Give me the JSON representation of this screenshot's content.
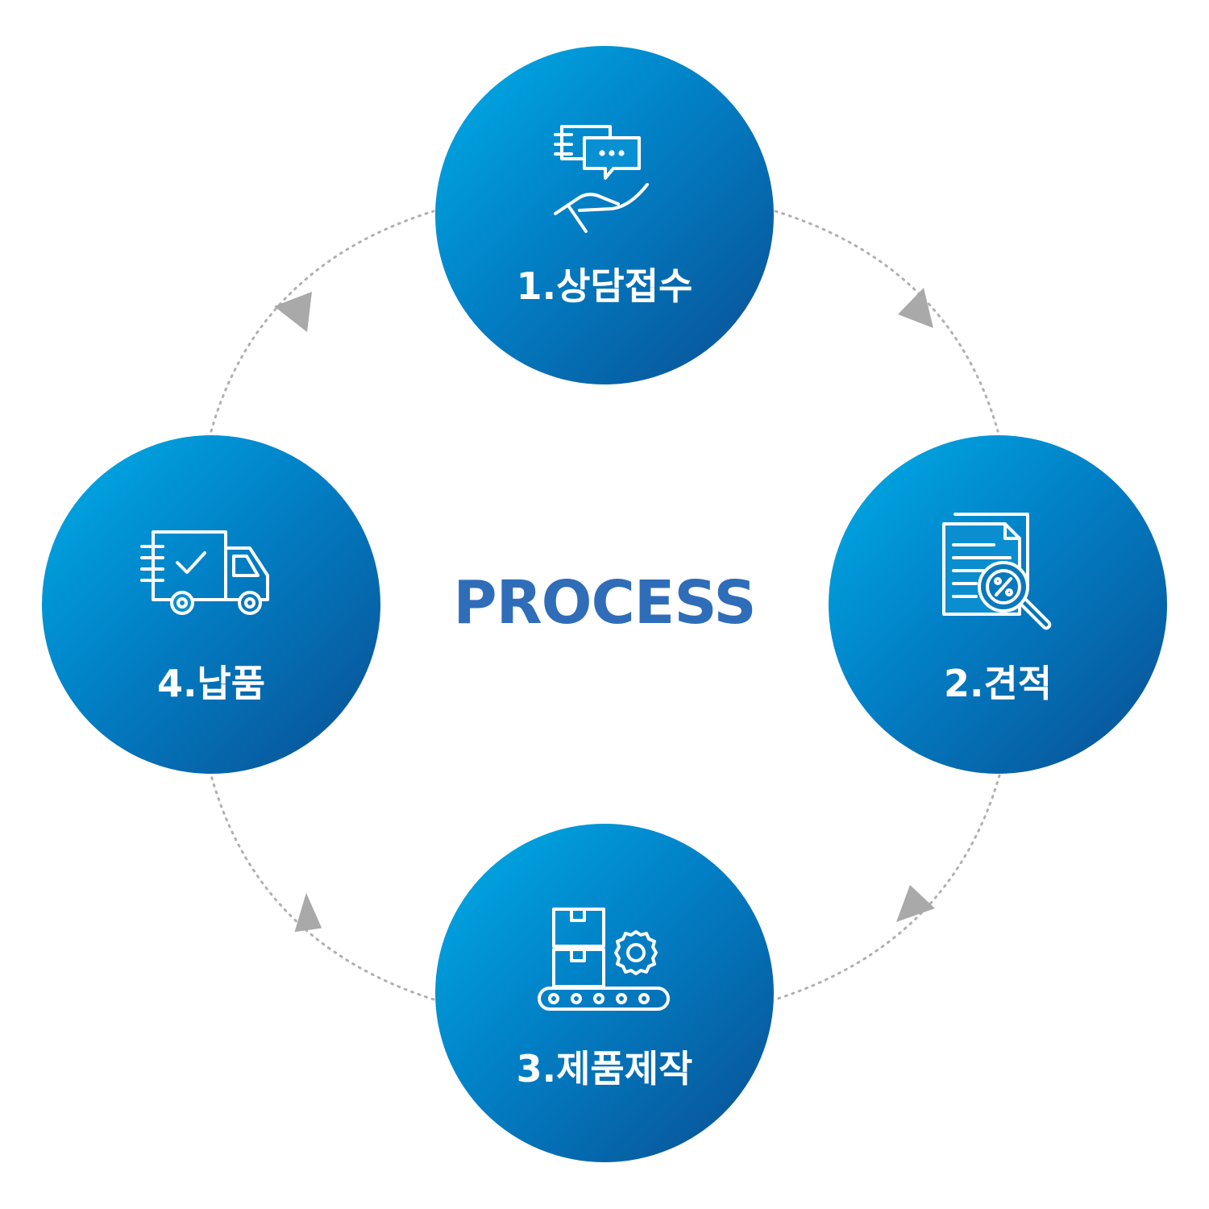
{
  "title": "PROCESS",
  "colors": {
    "circle_gradient_start": "#00aee8",
    "circle_gradient_end": "#0a4e92",
    "title": "#2f6db9",
    "connector": "#b0b0b0",
    "arrow": "#a9a9a9",
    "icon_stroke": "#ffffff"
  },
  "steps": [
    {
      "label": "1.상담접수",
      "icon": "consultation-hand-chat-icon"
    },
    {
      "label": "2.견적",
      "icon": "document-percent-magnifier-icon"
    },
    {
      "label": "3.제품제작",
      "icon": "boxes-gear-conveyor-icon"
    },
    {
      "label": "4.납품",
      "icon": "delivery-truck-check-icon"
    }
  ]
}
